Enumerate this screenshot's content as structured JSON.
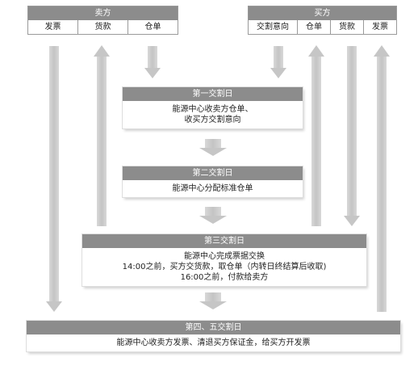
{
  "seller": {
    "title": "卖方",
    "cells": [
      "发票",
      "货款",
      "仓单"
    ]
  },
  "buyer": {
    "title": "买方",
    "cells": [
      "交割意向",
      "仓单",
      "货款",
      "发票"
    ]
  },
  "stages": [
    {
      "title": "第一交割日",
      "lines": [
        "能源中心收卖方仓单、",
        "收买方交割意向"
      ]
    },
    {
      "title": "第二交割日",
      "lines": [
        "能源中心分配标准仓单"
      ]
    },
    {
      "title": "第三交割日",
      "lines": [
        "能源中心完成票据交换",
        "14:00之前，买方交货款，取仓单（内转日终结算后收取)",
        "16:00之前，付款给卖方"
      ]
    },
    {
      "title": "第四、五交割日",
      "lines": [
        "能源中心收卖方发票、清退买方保证金，给买方开发票"
      ]
    }
  ],
  "colors": {
    "header_fill": "#8c8c8c",
    "arrow_fill": "#cfcfcf",
    "border": "#9a9a9a"
  }
}
